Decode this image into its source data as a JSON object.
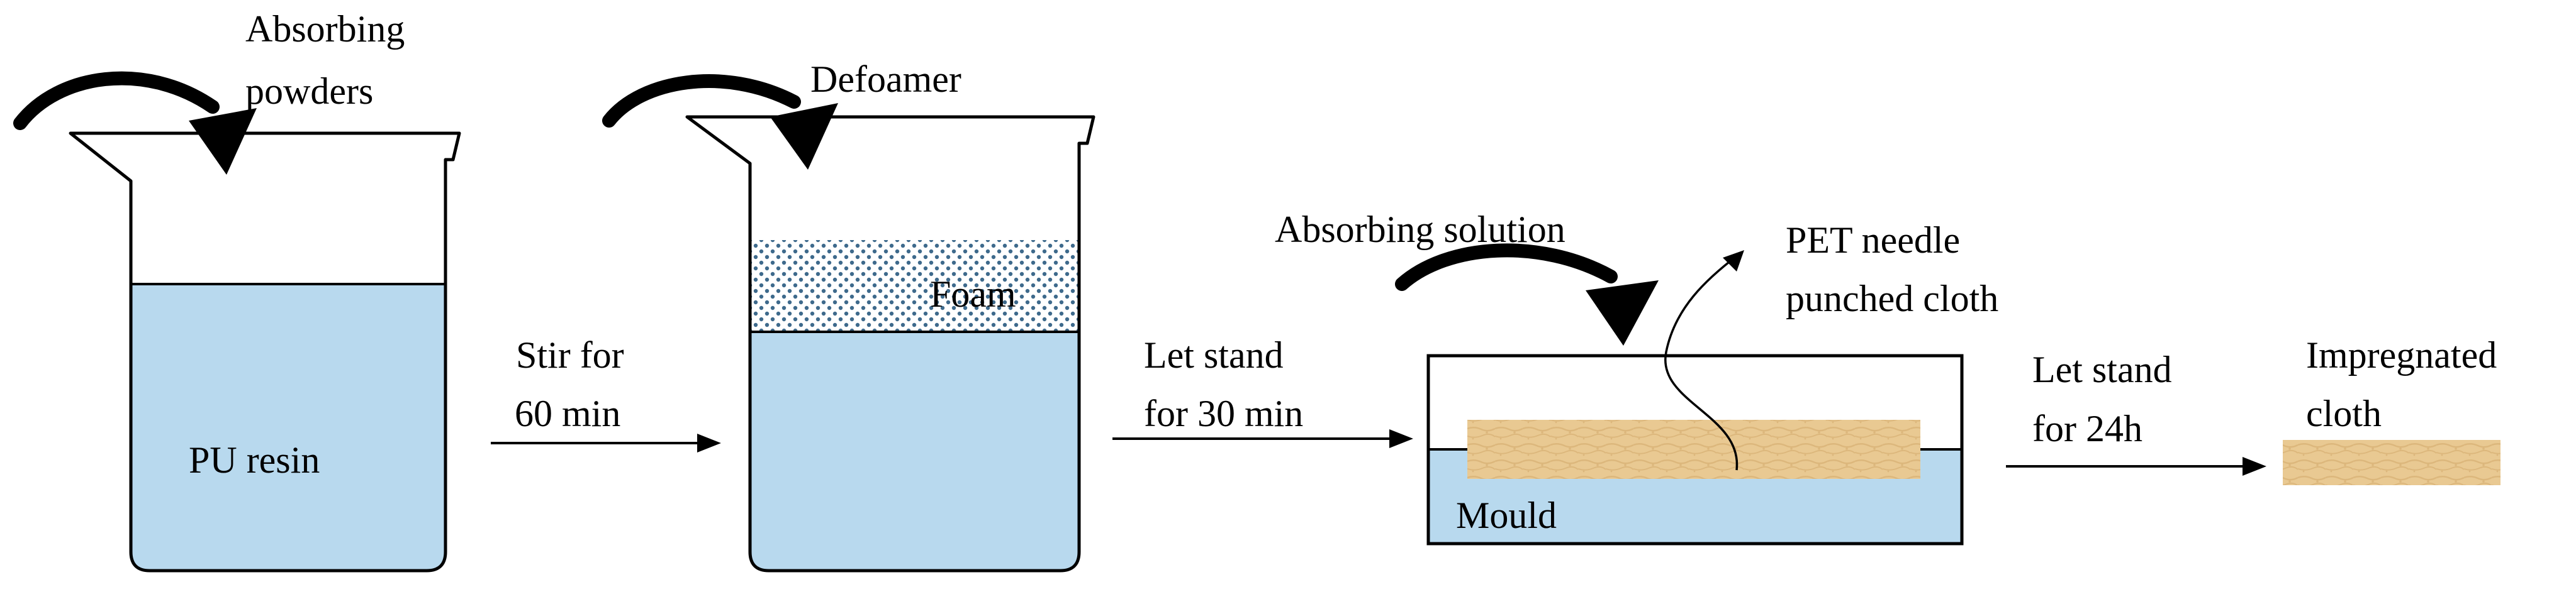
{
  "colors": {
    "liquid": "#b8d9ee",
    "outline": "#000000",
    "foam_dots": "#3e6a8c",
    "cloth": "#e9c992",
    "cloth_grain": "#d1a86a"
  },
  "beaker1": {
    "added_label_line1": "Absorbing",
    "added_label_line2": "powders",
    "content_label": "PU resin"
  },
  "step1": {
    "line1": "Stir for",
    "line2": "60 min"
  },
  "beaker2": {
    "added_label": "Defoamer",
    "foam_label": "Foam"
  },
  "step2": {
    "line1": "Let stand",
    "line2": "for 30 min"
  },
  "mould": {
    "added_label": "Absorbing solution",
    "cloth_label_line1": "PET needle",
    "cloth_label_line2": "punched cloth",
    "mould_label": "Mould"
  },
  "step3": {
    "line1": "Let stand",
    "line2": "for 24h"
  },
  "product": {
    "label_line1": "Impregnated",
    "label_line2": "cloth"
  }
}
